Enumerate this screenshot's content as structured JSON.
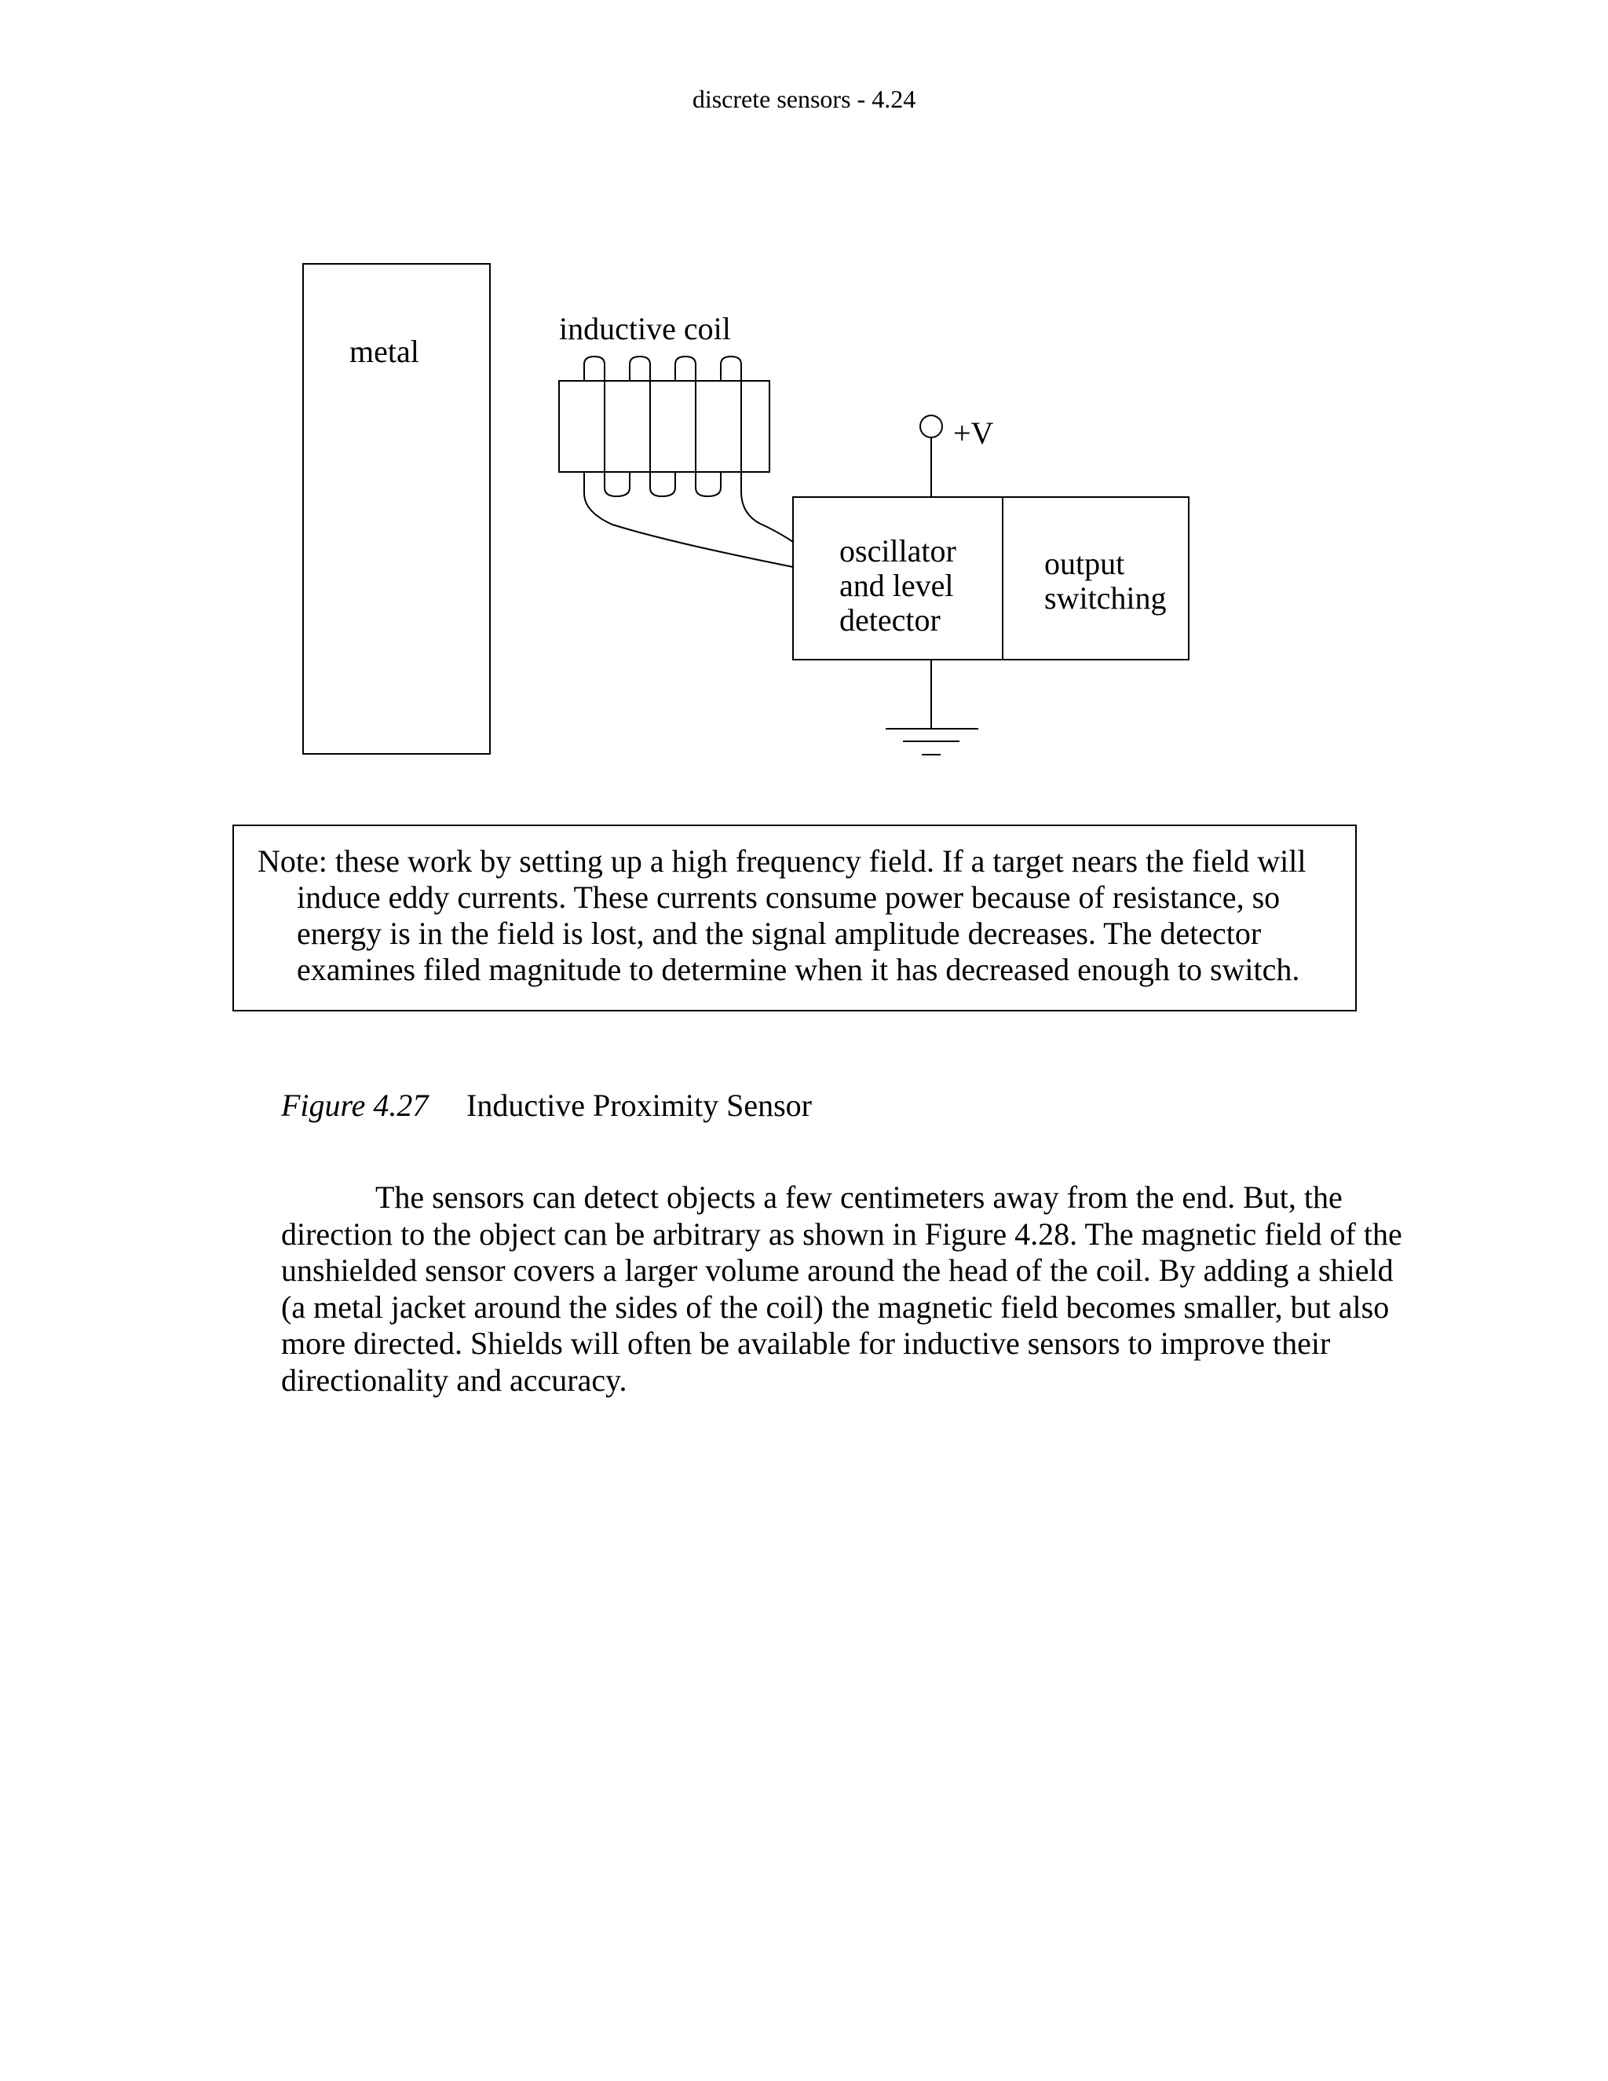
{
  "page": {
    "header": "discrete sensors - 4.24"
  },
  "diagram": {
    "metal_label": "metal",
    "coil_label": "inductive coil",
    "supply_label": "+V",
    "oscillator_lines": [
      "oscillator",
      "and level",
      "detector"
    ],
    "output_lines": [
      "output",
      "switching"
    ]
  },
  "note": {
    "text": "Note: these work by setting up a high frequency field. If a target nears the field will induce eddy currents. These currents consume power because of resistance, so energy is in the field is lost, and the signal amplitude decreases. The detector examines filed magnitude to determine when it has decreased enough to switch."
  },
  "figure": {
    "number": "Figure 4.27",
    "title": "Inductive Proximity Sensor"
  },
  "body": {
    "paragraph": "The sensors can detect objects a few centimeters away from the end. But, the direction to the object can be arbitrary as shown in Figure 4.28. The magnetic field of the unshielded sensor covers a larger volume around the head of the coil. By adding a shield (a metal jacket around the sides of the coil) the magnetic field becomes smaller, but also more directed. Shields will often be available for inductive sensors to improve their directionality and accuracy."
  }
}
